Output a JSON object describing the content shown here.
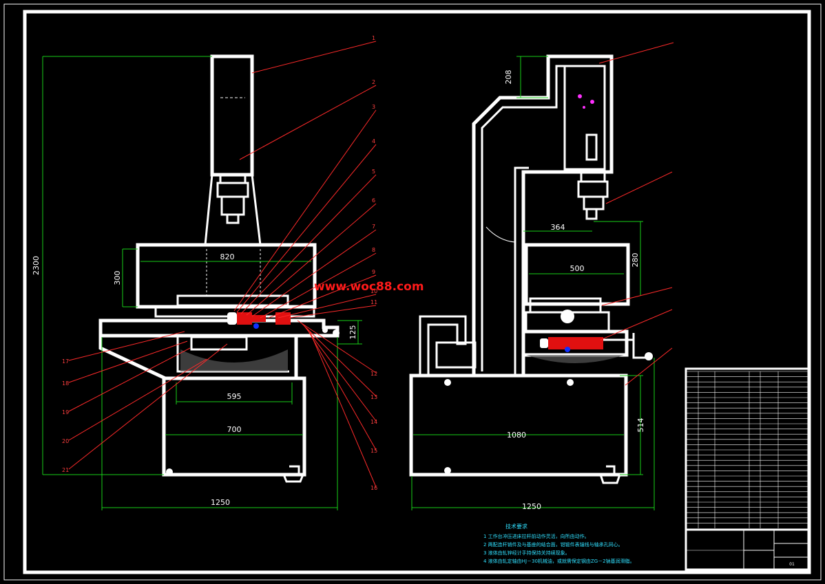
{
  "watermark": "www.woc88.com",
  "colors": {
    "background": "#000000",
    "outline": "#ffffff",
    "dimension": "#19d119",
    "leader": "#ff2a2a",
    "notes": "#30e0ff",
    "part_fill": "#e01010"
  },
  "left_view": {
    "dimensions": [
      "2300",
      "820",
      "300",
      "125",
      "595",
      "700",
      "1250"
    ],
    "callouts": [
      "1",
      "2",
      "3",
      "4",
      "5",
      "6",
      "7",
      "8",
      "9",
      "10",
      "11",
      "12",
      "13",
      "14",
      "15",
      "16",
      "17",
      "18",
      "19",
      "20",
      "21"
    ]
  },
  "right_view": {
    "dimensions": [
      "208",
      "364",
      "280",
      "500",
      "514",
      "1080",
      "1250"
    ]
  },
  "tech_notes": {
    "title": "技术要求",
    "lines": [
      "1  工作台冲压进床拉杆前动作灵活，向所由动作。",
      "2  两配连杆销件及与基座的结合面，钳锻件表锚线与轴承孔同心。",
      "3  液体由轧锌经计手持保持关持续现象。",
      "4  液体由轧定轴由HJ－30机械油，或就需保定钢由ZG－2钠基润滑脂。"
    ]
  },
  "title_block": {
    "drawing_number": "01"
  }
}
